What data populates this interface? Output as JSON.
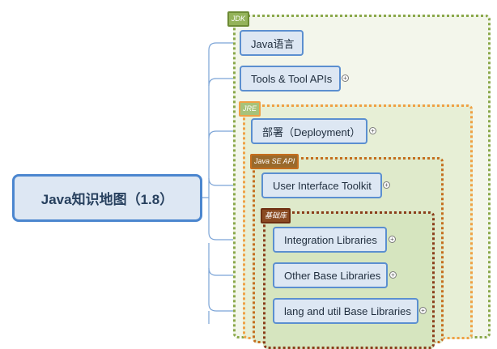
{
  "root": {
    "label": "Java知识地图（1.8）"
  },
  "regions": {
    "jdk": {
      "label": "JDK"
    },
    "jre": {
      "label": "JRE"
    },
    "javase": {
      "label": "Java SE API"
    },
    "base": {
      "label": "基础库"
    }
  },
  "nodes": [
    {
      "label": "Java语言",
      "expand": ""
    },
    {
      "label": "Tools & Tool APIs",
      "expand": "+"
    },
    {
      "label": "部署（Deployment）",
      "expand": "+"
    },
    {
      "label": "User Interface Toolkit",
      "expand": "+"
    },
    {
      "label": "Integration Libraries",
      "expand": "+"
    },
    {
      "label": "Other Base Libraries",
      "expand": "+"
    },
    {
      "label": "lang and util Base Libraries",
      "expand": "+"
    }
  ],
  "colors": {
    "jdk": "#8aa84a",
    "jre": "#f0a044",
    "javase": "#c56e1e",
    "base": "#8a3d1a",
    "node_border": "#5b8fd0",
    "node_fill": "#dde7f3"
  }
}
